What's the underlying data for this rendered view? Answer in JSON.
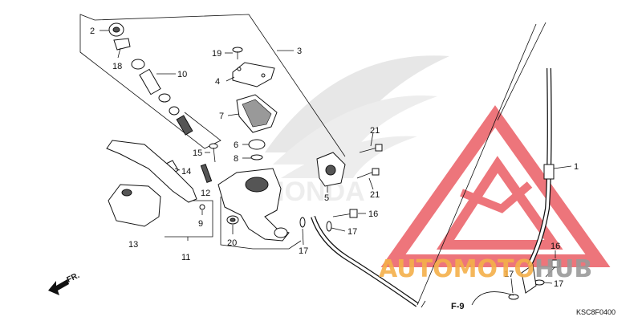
{
  "diagram": {
    "callouts": {
      "c1": "1",
      "c2": "2",
      "c3": "3",
      "c4": "4",
      "c5": "5",
      "c6": "6",
      "c7": "7",
      "c8": "8",
      "c9": "9",
      "c10": "10",
      "c11": "11",
      "c12": "12",
      "c13": "13",
      "c14": "14",
      "c15": "15",
      "c16a": "16",
      "c16b": "16",
      "c17a": "17",
      "c17b": "17",
      "c17c": "17",
      "c17d": "17",
      "c18": "18",
      "c19": "19",
      "c20": "20",
      "c21a": "21",
      "c21b": "21"
    },
    "direction_label": "FR.",
    "reference_label": "F-9",
    "diagram_code": "KSC8F0400"
  },
  "watermark": {
    "text_part1": "AUTOMOTO",
    "text_part2": "HUB",
    "color_orange": "#f4b04a",
    "color_gray": "#9a9a9a",
    "color_red": "#e8474f"
  }
}
